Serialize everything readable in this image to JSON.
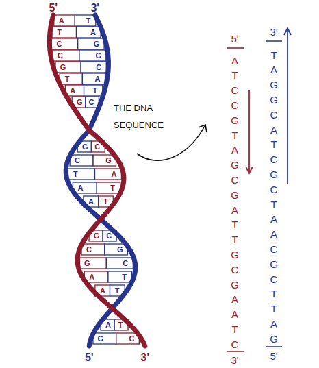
{
  "diagram": {
    "labels": [
      "5'",
      "3'",
      "A",
      "T",
      "T",
      "A",
      "C",
      "G",
      "C",
      "G",
      "G",
      "C",
      "T",
      "A",
      "A",
      "T",
      "G",
      "C",
      "C",
      "G",
      "G",
      "C",
      "A",
      "T",
      "T",
      "A",
      "T",
      "A",
      "G",
      "C",
      "C",
      "G",
      "G",
      "C",
      "A",
      "T",
      "A",
      "T",
      "T",
      "A",
      "C",
      "G",
      "5'",
      "3'",
      "THE DNA SEQUENCE",
      "5'",
      "A",
      "T",
      "C",
      "C",
      "G",
      "T",
      "A",
      "G",
      "C",
      "G",
      "A",
      "T",
      "T",
      "G",
      "C",
      "G",
      "A",
      "A",
      "T",
      "C",
      "3'",
      "3'",
      "T",
      "A",
      "G",
      "G",
      "C",
      "A",
      "T",
      "C",
      "G",
      "C",
      "T",
      "A",
      "A",
      "C",
      "G",
      "C",
      "T",
      "T",
      "A",
      "G",
      "5'"
    ]
  }
}
